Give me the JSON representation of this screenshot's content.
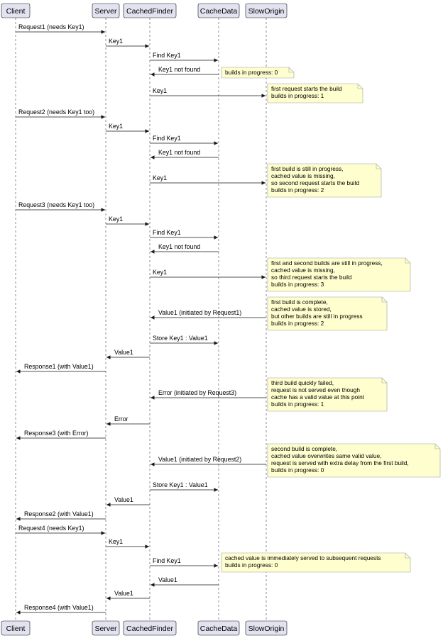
{
  "participants": [
    {
      "id": "client",
      "label": "Client"
    },
    {
      "id": "server",
      "label": "Server"
    },
    {
      "id": "cachedfinder",
      "label": "CachedFinder"
    },
    {
      "id": "cachedata",
      "label": "CacheData"
    },
    {
      "id": "sloworigin",
      "label": "SlowOrigin"
    }
  ],
  "messages": [
    {
      "from": "client",
      "to": "server",
      "label": "Request1 (needs Key1)"
    },
    {
      "from": "server",
      "to": "cachedfinder",
      "label": "Key1"
    },
    {
      "from": "cachedfinder",
      "to": "cachedata",
      "label": "Find Key1"
    },
    {
      "from": "cachedata",
      "to": "cachedfinder",
      "label": "Key1 not found",
      "note_lines": [
        "builds in progress: 0"
      ]
    },
    {
      "from": "cachedfinder",
      "to": "sloworigin",
      "label": "Key1",
      "note_lines": [
        "first request starts the build",
        "builds in progress: 1"
      ]
    },
    {
      "from": "client",
      "to": "server",
      "label": "Request2 (needs Key1 too)"
    },
    {
      "from": "server",
      "to": "cachedfinder",
      "label": "Key1"
    },
    {
      "from": "cachedfinder",
      "to": "cachedata",
      "label": "Find Key1"
    },
    {
      "from": "cachedata",
      "to": "cachedfinder",
      "label": "Key1 not found"
    },
    {
      "from": "cachedfinder",
      "to": "sloworigin",
      "label": "Key1",
      "note_lines": [
        "first build is still in progress,",
        "cached value is missing,",
        "so second request starts the build",
        "builds in progress: 2"
      ]
    },
    {
      "from": "client",
      "to": "server",
      "label": "Request3 (needs Key1 too)"
    },
    {
      "from": "server",
      "to": "cachedfinder",
      "label": "Key1"
    },
    {
      "from": "cachedfinder",
      "to": "cachedata",
      "label": "Find Key1"
    },
    {
      "from": "cachedata",
      "to": "cachedfinder",
      "label": "Key1 not found"
    },
    {
      "from": "cachedfinder",
      "to": "sloworigin",
      "label": "Key1",
      "note_lines": [
        "first and second builds are still in progress,",
        "cached value is missing,",
        "so third request starts the build",
        "builds in progress: 3"
      ]
    },
    {
      "from": "sloworigin",
      "to": "cachedfinder",
      "label": "Value1 (initiated by Request1)",
      "note_lines": [
        "first build is complete,",
        "cached value is stored,",
        "but other builds are still in progress",
        "builds in progress: 2"
      ]
    },
    {
      "from": "cachedfinder",
      "to": "cachedata",
      "label": "Store Key1 : Value1"
    },
    {
      "from": "cachedfinder",
      "to": "server",
      "label": "Value1"
    },
    {
      "from": "server",
      "to": "client",
      "label": "Response1 (with Value1)"
    },
    {
      "from": "sloworigin",
      "to": "cachedfinder",
      "label": "Error (initiated by Request3)",
      "note_lines": [
        "third build quickly failed,",
        "request is not served even though",
        "cache has a valid value at this point",
        "builds in progress: 1"
      ]
    },
    {
      "from": "cachedfinder",
      "to": "server",
      "label": "Error"
    },
    {
      "from": "server",
      "to": "client",
      "label": "Response3 (with Error)"
    },
    {
      "from": "sloworigin",
      "to": "cachedfinder",
      "label": "Value1 (initiated by Request2)",
      "note_lines": [
        "second build is complete,",
        "cached value overwrites same valid value,",
        "request is served with extra delay from the first build,",
        "builds in progress: 0"
      ]
    },
    {
      "from": "cachedfinder",
      "to": "cachedata",
      "label": "Store Key1 : Value1"
    },
    {
      "from": "cachedfinder",
      "to": "server",
      "label": "Value1"
    },
    {
      "from": "server",
      "to": "client",
      "label": "Response2 (with Value1)"
    },
    {
      "from": "client",
      "to": "server",
      "label": "Request4 (needs Key1)"
    },
    {
      "from": "server",
      "to": "cachedfinder",
      "label": "Key1"
    },
    {
      "from": "cachedfinder",
      "to": "cachedata",
      "label": "Find Key1",
      "note_lines": [
        "cached value is immediately served to subsequent requests",
        "builds in progress: 0"
      ]
    },
    {
      "from": "cachedata",
      "to": "cachedfinder",
      "label": "Value1"
    },
    {
      "from": "cachedfinder",
      "to": "server",
      "label": "Value1"
    },
    {
      "from": "server",
      "to": "client",
      "label": "Response4 (with Value1)"
    }
  ]
}
